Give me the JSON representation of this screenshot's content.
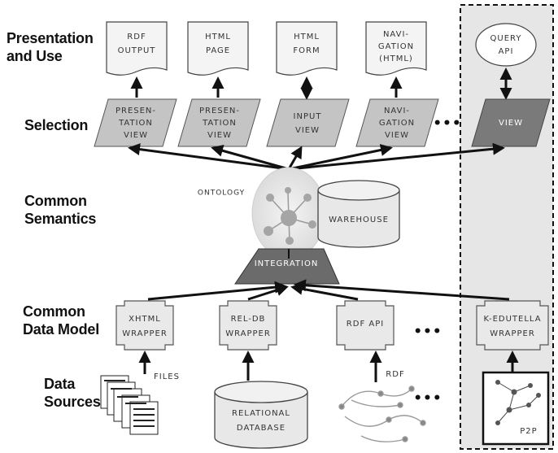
{
  "layers": {
    "presentation": [
      "Presentation",
      "and Use"
    ],
    "selection": "Selection",
    "semantics": [
      "Common",
      "Semantics"
    ],
    "data_model": [
      "Common",
      "Data Model"
    ],
    "sources": [
      "Data",
      "Sources"
    ]
  },
  "outputs": {
    "rdf_output": [
      "RDF",
      "Output"
    ],
    "html_page": [
      "HTML",
      "Page"
    ],
    "html_form": [
      "HTML",
      "Form"
    ],
    "navigation": [
      "Navi-",
      "gation",
      "(HTML)"
    ],
    "query_api": [
      "Query",
      "API"
    ]
  },
  "views": {
    "presentation_view": [
      "Presen-",
      "tation",
      "View"
    ],
    "presentation_view_2": [
      "Presen-",
      "tation",
      "View"
    ],
    "input_view": [
      "Input",
      "View"
    ],
    "navigation_view": [
      "Navi-",
      "gation",
      "View"
    ],
    "view": "View"
  },
  "semantics": {
    "ontology": "Ontology",
    "warehouse": "Warehouse",
    "integration": "Integration"
  },
  "wrappers": {
    "xhtml": [
      "XHTML",
      "Wrapper"
    ],
    "reldb": [
      "Rel-DB",
      "Wrapper"
    ],
    "rdfapi": "RDF API",
    "kedutella": [
      "K-Edutella",
      "Wrapper"
    ]
  },
  "sources": {
    "files": "Files",
    "relational": [
      "Relational",
      "Database"
    ],
    "rdf": "RDF",
    "p2p": "P2P"
  },
  "ellipsis": "•••",
  "colors": {
    "view_fill": "#c4c4c4",
    "view_dark": "#7a7a7a",
    "integration_fill": "#6b6b6b",
    "peer_bg": "#e6e6e6",
    "wrapper_fill": "#e9e9e9"
  }
}
